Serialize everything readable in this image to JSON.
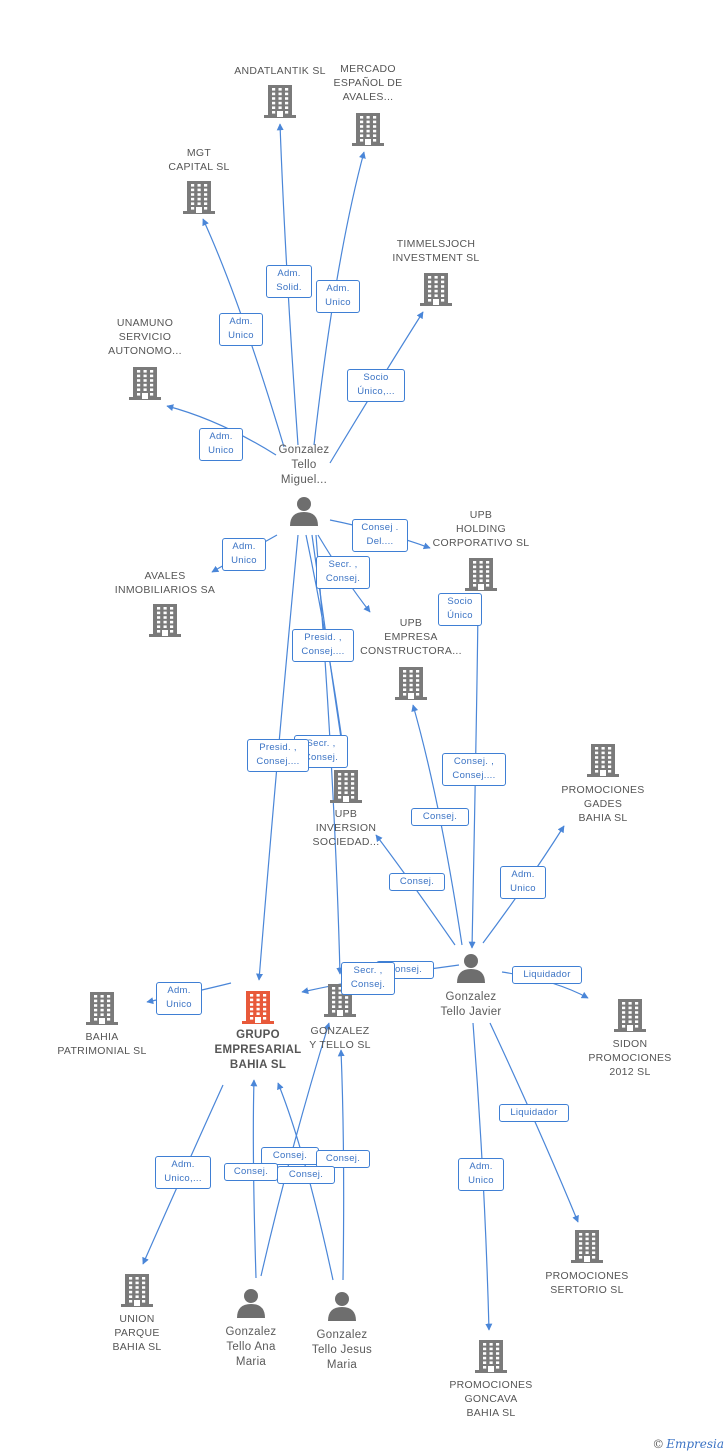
{
  "colors": {
    "edge": "#4a86d8",
    "building": "#7a7a7a",
    "focus": "#e8593a",
    "person": "#6e6e6e"
  },
  "nodes": [
    {
      "id": "andatlantik",
      "kind": "building",
      "lines": [
        "ANDATLANTIK SL"
      ]
    },
    {
      "id": "mercado",
      "kind": "building",
      "lines": [
        "MERCADO",
        "ESPAÑOL DE",
        "AVALES..."
      ]
    },
    {
      "id": "mgt",
      "kind": "building",
      "lines": [
        "MGT",
        "CAPITAL SL"
      ]
    },
    {
      "id": "timmels",
      "kind": "building",
      "lines": [
        "TIMMELSJOCH",
        "INVESTMENT SL"
      ]
    },
    {
      "id": "unamuno",
      "kind": "building",
      "lines": [
        "UNAMUNO",
        "SERVICIO",
        "AUTONOMO..."
      ]
    },
    {
      "id": "miguel",
      "kind": "person",
      "lines": [
        "Gonzalez",
        "Tello",
        "Miguel..."
      ]
    },
    {
      "id": "upbholding",
      "kind": "building",
      "lines": [
        "UPB",
        "HOLDING",
        "CORPORATIVO SL"
      ]
    },
    {
      "id": "avales",
      "kind": "building",
      "lines": [
        "AVALES",
        "INMOBILIARIOS SA"
      ]
    },
    {
      "id": "upbconst",
      "kind": "building",
      "lines": [
        "UPB",
        "EMPRESA",
        "CONSTRUCTORA..."
      ]
    },
    {
      "id": "upbinv",
      "kind": "building",
      "lines": [
        "UPB",
        "INVERSION",
        "SOCIEDAD..."
      ]
    },
    {
      "id": "gades",
      "kind": "building",
      "lines": [
        "PROMOCIONES",
        "GADES",
        "BAHIA SL"
      ]
    },
    {
      "id": "javier",
      "kind": "person",
      "lines": [
        "Gonzalez",
        "Tello Javier"
      ]
    },
    {
      "id": "bahiapat",
      "kind": "building",
      "lines": [
        "BAHIA",
        "PATRIMONIAL SL"
      ]
    },
    {
      "id": "grupo",
      "kind": "focus",
      "lines": [
        "GRUPO",
        "EMPRESARIAL",
        "BAHIA SL"
      ]
    },
    {
      "id": "gyt",
      "kind": "building",
      "lines": [
        "GONZALEZ",
        "Y TELLO SL"
      ]
    },
    {
      "id": "sidon",
      "kind": "building",
      "lines": [
        "SIDON",
        "PROMOCIONES",
        "2012 SL"
      ]
    },
    {
      "id": "sertorio",
      "kind": "building",
      "lines": [
        "PROMOCIONES",
        "SERTORIO SL"
      ]
    },
    {
      "id": "unionparque",
      "kind": "building",
      "lines": [
        "UNION",
        "PARQUE",
        "BAHIA SL"
      ]
    },
    {
      "id": "ana",
      "kind": "person",
      "lines": [
        "Gonzalez",
        "Tello Ana",
        "Maria"
      ]
    },
    {
      "id": "jesus",
      "kind": "person",
      "lines": [
        "Gonzalez",
        "Tello Jesus",
        "Maria"
      ]
    },
    {
      "id": "goncava",
      "kind": "building",
      "lines": [
        "PROMOCIONES",
        "GONCAVA",
        "BAHIA SL"
      ]
    }
  ],
  "edge_labels": [
    {
      "id": "l1",
      "lines": [
        "Adm.",
        "Solid."
      ]
    },
    {
      "id": "l2",
      "lines": [
        "Adm.",
        "Unico"
      ]
    },
    {
      "id": "l3",
      "lines": [
        "Adm.",
        "Unico"
      ]
    },
    {
      "id": "l4",
      "lines": [
        "Socio",
        "Único,..."
      ]
    },
    {
      "id": "l5",
      "lines": [
        "Adm.",
        "Unico"
      ]
    },
    {
      "id": "l6",
      "lines": [
        "Consej .",
        "Del...."
      ]
    },
    {
      "id": "l7",
      "lines": [
        "Adm.",
        "Unico"
      ]
    },
    {
      "id": "l8",
      "lines": [
        "Secr. ,",
        "Consej."
      ]
    },
    {
      "id": "l9",
      "lines": [
        "Socio",
        "Único"
      ]
    },
    {
      "id": "l10",
      "lines": [
        "Presid. ,",
        "Consej...."
      ]
    },
    {
      "id": "l11",
      "lines": [
        "Secr. ,",
        "Consej."
      ]
    },
    {
      "id": "l12",
      "lines": [
        "Presid. ,",
        "Consej...."
      ]
    },
    {
      "id": "l13",
      "lines": [
        "Consej. ,",
        "Consej...."
      ]
    },
    {
      "id": "l14",
      "lines": [
        "Consej."
      ]
    },
    {
      "id": "l15",
      "lines": [
        "Adm.",
        "Unico"
      ]
    },
    {
      "id": "l16",
      "lines": [
        "Consej."
      ]
    },
    {
      "id": "l17",
      "lines": [
        "Consej."
      ]
    },
    {
      "id": "l18",
      "lines": [
        "Secr. ,",
        "Consej."
      ]
    },
    {
      "id": "l19",
      "lines": [
        "Adm.",
        "Unico"
      ]
    },
    {
      "id": "l20",
      "lines": [
        "Liquidador"
      ]
    },
    {
      "id": "l21",
      "lines": [
        "Liquidador"
      ]
    },
    {
      "id": "l22",
      "lines": [
        "Adm.",
        "Unico,..."
      ]
    },
    {
      "id": "l23",
      "lines": [
        "Consej."
      ]
    },
    {
      "id": "l24",
      "lines": [
        "Consej."
      ]
    },
    {
      "id": "l25",
      "lines": [
        "Consej."
      ]
    },
    {
      "id": "l26",
      "lines": [
        "Consej."
      ]
    },
    {
      "id": "l27",
      "lines": [
        "Adm.",
        "Unico"
      ]
    }
  ],
  "footer": {
    "copyright": "©",
    "brand": "Empresia"
  }
}
